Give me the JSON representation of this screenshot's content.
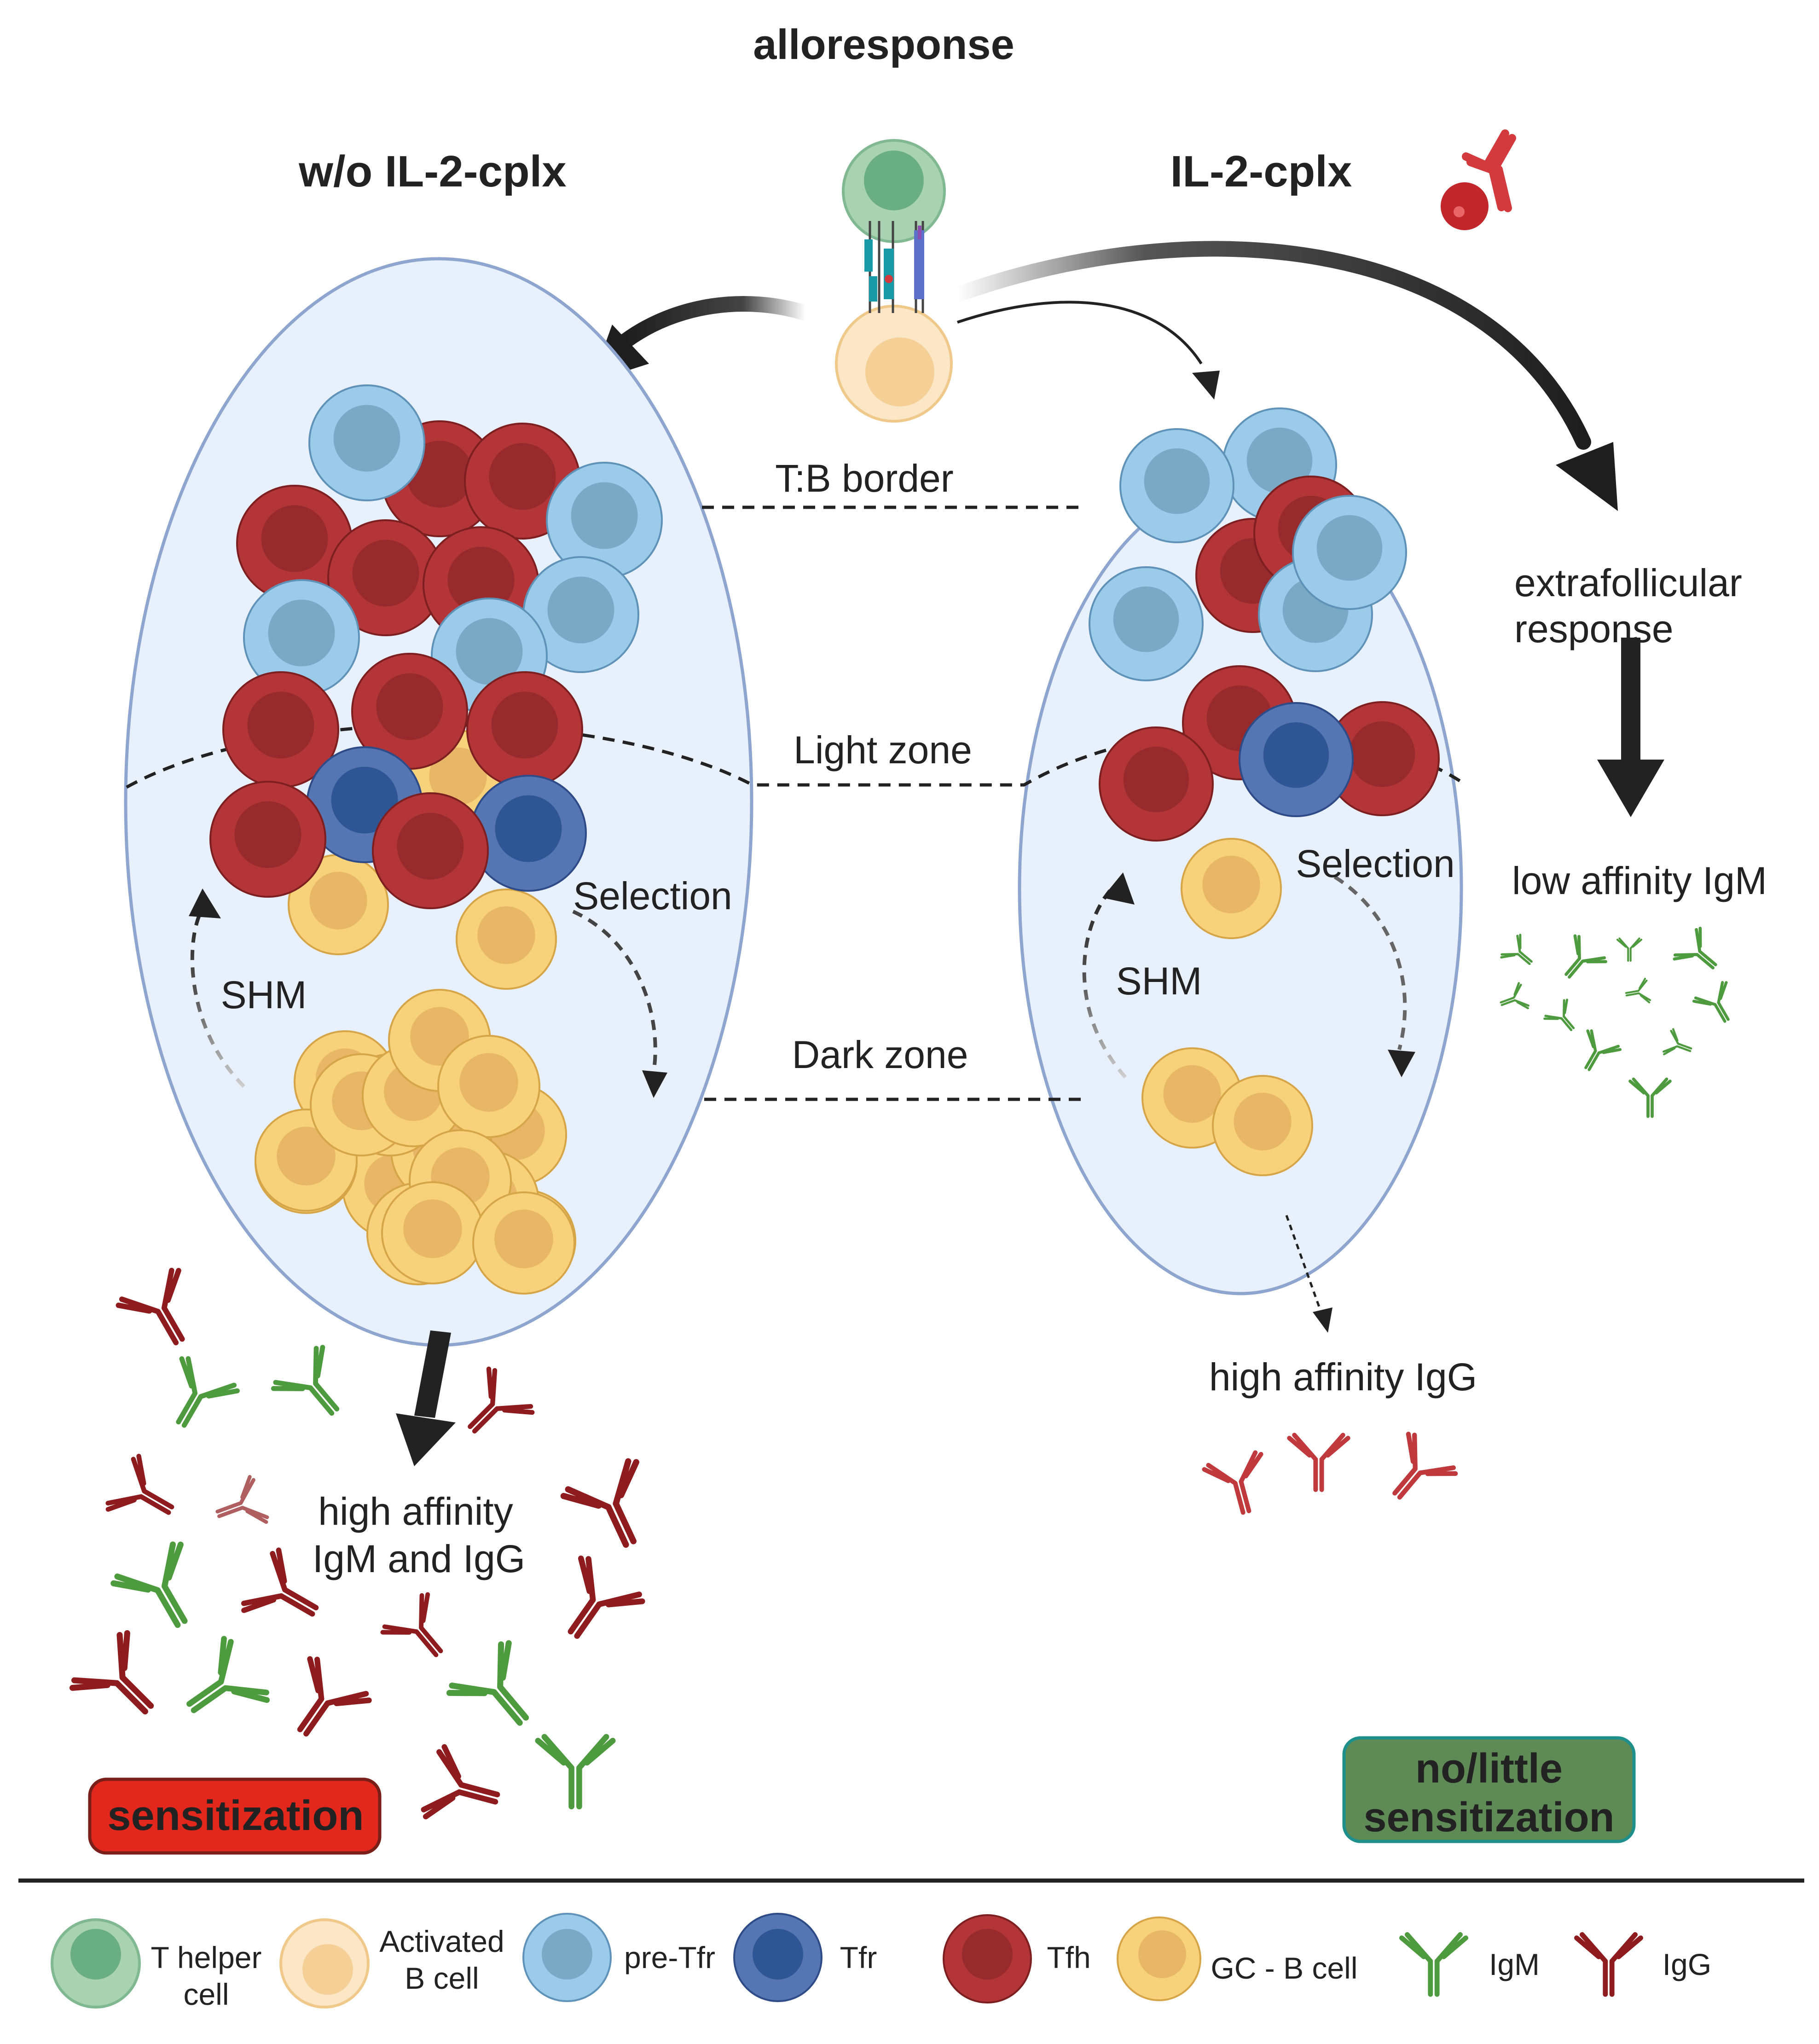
{
  "title": "alloresponse",
  "left_panel": {
    "heading": "w/o IL-2-cplx",
    "selection_label": "Selection",
    "shm_label": "SHM",
    "output_label_line1": "high affinity",
    "output_label_line2": "IgM and IgG",
    "outcome_label": "sensitization"
  },
  "right_panel": {
    "heading": "IL-2-cplx",
    "selection_label": "Selection",
    "shm_label": "SHM",
    "extrafollicular_line1": "extrafollicular",
    "extrafollicular_line2": "response",
    "low_affinity_label": "low affinity IgM",
    "high_affinity_label": "high affinity IgG",
    "outcome_line1": "no/little",
    "outcome_line2": "sensitization"
  },
  "zones": {
    "tb_border": "T:B border",
    "light_zone": "Light zone",
    "dark_zone": "Dark zone"
  },
  "legend": [
    {
      "key": "t_helper",
      "label_line1": "T helper",
      "label_line2": "cell",
      "icon": "t-helper-cell-icon"
    },
    {
      "key": "activated_b",
      "label_line1": "Activated",
      "label_line2": "B cell",
      "icon": "activated-b-cell-icon"
    },
    {
      "key": "pre_tfr",
      "label_line1": "pre-Tfr",
      "label_line2": "",
      "icon": "pre-tfr-cell-icon"
    },
    {
      "key": "tfr",
      "label_line1": "Tfr",
      "label_line2": "",
      "icon": "tfr-cell-icon"
    },
    {
      "key": "tfh",
      "label_line1": "Tfh",
      "label_line2": "",
      "icon": "tfh-cell-icon"
    },
    {
      "key": "gc_b",
      "label_line1": "GC - B cell",
      "label_line2": "",
      "icon": "gc-b-cell-icon"
    },
    {
      "key": "igm",
      "label_line1": "IgM",
      "label_line2": "",
      "icon": "igm-antibody-icon"
    },
    {
      "key": "igg",
      "label_line1": "IgG",
      "label_line2": "",
      "icon": "igg-antibody-icon"
    }
  ],
  "colors": {
    "follicle_fill": "#e8f1fb",
    "follicle_stroke": "#8ea5cf",
    "t_helper_outer": "#a9d2b2",
    "t_helper_inner": "#6aae85",
    "activated_b_outer": "#fbe6c6",
    "activated_b_inner": "#f6cf97",
    "pre_tfr_outer": "#9ccbea",
    "pre_tfr_inner": "#79a9c4",
    "tfr_outer": "#5575b3",
    "tfr_inner": "#2e5695",
    "tfh_outer": "#b33537",
    "tfh_inner": "#962a2d",
    "gc_b_outer": "#f8d27b",
    "gc_b_inner": "#e8b667",
    "igm": "#4e9a3e",
    "igg": "#8e1b1d",
    "sensitization_fill": "#e2271c",
    "no_sensitization_fill": "#5e8a55",
    "no_sensitization_stroke": "#1e8f8a"
  }
}
